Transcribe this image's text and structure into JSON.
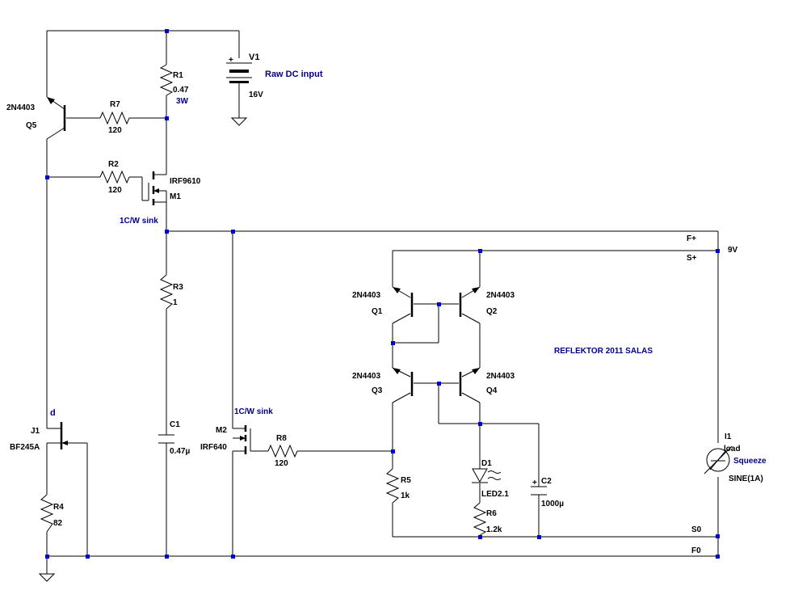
{
  "components": {
    "q5": {
      "model": "2N4403",
      "ref": "Q5"
    },
    "r7": {
      "ref": "R7",
      "value": "120"
    },
    "r1": {
      "ref": "R1",
      "value": "0.47",
      "note": "3W"
    },
    "v1": {
      "ref": "V1",
      "label": "Raw DC input",
      "value": "16V"
    },
    "r2": {
      "ref": "R2",
      "value": "120"
    },
    "m1": {
      "model": "IRF9610",
      "ref": "M1",
      "note": "1C/W sink"
    },
    "r3": {
      "ref": "R3",
      "value": "1"
    },
    "c1": {
      "ref": "C1",
      "value": "0.47µ"
    },
    "j1": {
      "ref": "J1",
      "model": "BF245A",
      "pin": "d"
    },
    "r4": {
      "ref": "R4",
      "value": "82"
    },
    "m2": {
      "ref": "M2",
      "model": "IRF640",
      "note": "1C/W sink"
    },
    "r8": {
      "ref": "R8",
      "value": "120"
    },
    "q1": {
      "model": "2N4403",
      "ref": "Q1"
    },
    "q2": {
      "model": "2N4403",
      "ref": "Q2"
    },
    "q3": {
      "model": "2N4403",
      "ref": "Q3"
    },
    "q4": {
      "model": "2N4403",
      "ref": "Q4"
    },
    "r5": {
      "ref": "R5",
      "value": "1k"
    },
    "d1": {
      "ref": "D1",
      "model": "LED2.1"
    },
    "r6": {
      "ref": "R6",
      "value": "1.2k"
    },
    "c2": {
      "ref": "C2",
      "value": "1000µ"
    },
    "i1": {
      "ref": "I1",
      "label1": "load",
      "label2": "Squeeze",
      "value": "SINE(1A)"
    }
  },
  "nets": {
    "f_plus": "F+",
    "s_plus": "S+",
    "v9": "9V",
    "s0": "S0",
    "f0": "F0"
  },
  "title": "REFLEKTOR 2011 SALAS",
  "symbols": {
    "plus": "+"
  },
  "colors": {
    "wire": "#000000",
    "junction": "#0000d0",
    "label_blue": "#00008b"
  }
}
